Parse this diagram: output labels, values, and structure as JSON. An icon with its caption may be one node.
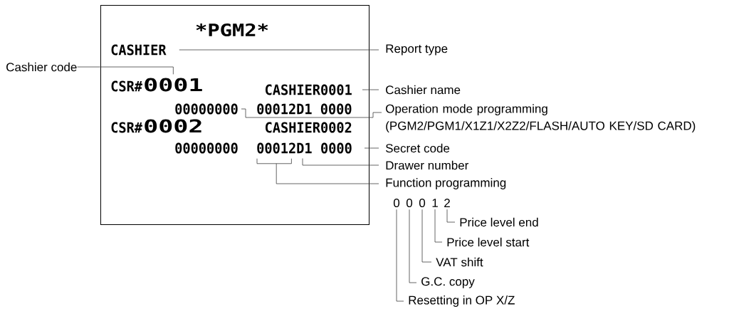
{
  "diagram": {
    "nodes": [
      {
        "text": [],
        "shape": "box"
      },
      {
        "text": [
          "*PGM2*"
        ],
        "in": 0
      },
      {
        "text": [
          "CASHIER"
        ],
        "in": 0
      },
      {
        "text": [
          "CSR#"
        ],
        "in": 0
      },
      {
        "text": [
          "0001"
        ],
        "in": 0
      },
      {
        "text": [
          "CASHIER0001"
        ],
        "in": 0
      },
      {
        "text": [
          "00000000"
        ],
        "in": 0
      },
      {
        "text": [
          "00012D1 0000"
        ],
        "in": 0
      },
      {
        "text": [
          "CSR#"
        ],
        "in": 0
      },
      {
        "text": [
          "0002"
        ],
        "in": 0
      },
      {
        "text": [
          "CASHIER0002"
        ],
        "in": 0
      },
      {
        "text": [
          "00000000"
        ],
        "in": 0
      },
      {
        "text": [
          "00012"
        ],
        "in": 0
      },
      {
        "text": [
          "D1"
        ],
        "in": 0
      },
      {
        "text": [
          "0000"
        ],
        "in": 0
      },
      {
        "text": [
          "Cashier code"
        ]
      },
      {
        "text": [
          "Report type"
        ]
      },
      {
        "text": [
          "Cashier name"
        ]
      },
      {
        "text": [
          "Operation mode programming (PGM2/PGM1/X1Z1/X2Z2/FLASH/AUTO KEY/SD CARD)"
        ]
      },
      {
        "text": [
          "Secret code"
        ]
      },
      {
        "text": [
          "Drawer number"
        ]
      },
      {
        "text": [
          "Function programming"
        ]
      },
      {
        "text": [
          "0"
        ]
      },
      {
        "text": [
          "0"
        ]
      },
      {
        "text": [
          "0"
        ]
      },
      {
        "text": [
          "1"
        ]
      },
      {
        "text": [
          "2"
        ]
      },
      {
        "text": [
          "Price level end"
        ]
      },
      {
        "text": [
          "Price level start"
        ]
      },
      {
        "text": [
          "VAT shift"
        ]
      },
      {
        "text": [
          "G.C. copy"
        ]
      },
      {
        "text": [
          "Resetting in OP X/Z"
        ]
      }
    ],
    "edges": [
      {
        "from": 15,
        "to": 4,
        "arrow": "none"
      },
      {
        "from": 16,
        "to": 2,
        "arrow": "none"
      },
      {
        "from": 17,
        "to": 5,
        "arrow": "none"
      },
      {
        "from": 18,
        "to": 6,
        "arrow": "none"
      },
      {
        "from": 19,
        "to": 14,
        "arrow": "none"
      },
      {
        "from": 20,
        "to": 13,
        "arrow": "none"
      },
      {
        "from": 21,
        "to": 12,
        "arrow": "none"
      },
      {
        "from": 27,
        "to": 26,
        "arrow": "none"
      },
      {
        "from": 28,
        "to": 25,
        "arrow": "none"
      },
      {
        "from": 29,
        "to": 24,
        "arrow": "none"
      },
      {
        "from": 30,
        "to": 23,
        "arrow": "none"
      },
      {
        "from": 31,
        "to": 22,
        "arrow": "none"
      }
    ]
  }
}
